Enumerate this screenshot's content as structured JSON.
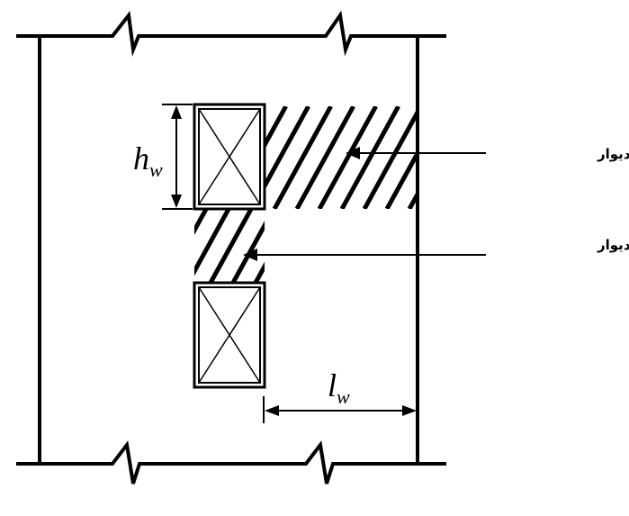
{
  "labels": {
    "h_main": "h",
    "h_sub": "w",
    "l_main": "l",
    "l_sub": "w",
    "vertical_pier": "قطعه قائم دیوار",
    "horizontal_pier": "قطعه افقی دیوار"
  },
  "colors": {
    "line": "#000000",
    "background": "#ffffff"
  }
}
